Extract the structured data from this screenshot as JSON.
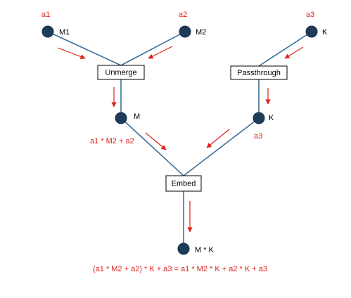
{
  "nodes": {
    "m1": {
      "label": "M1",
      "coef": "a1"
    },
    "m2": {
      "label": "M2",
      "coef": "a2"
    },
    "k_in": {
      "label": "K",
      "coef": "a3"
    },
    "m_mid": {
      "label": "M"
    },
    "k_mid": {
      "label": "K"
    },
    "out": {
      "label": "M * K"
    }
  },
  "boxes": {
    "unmerge": "Unmerge",
    "passthrough": "Passthrough",
    "embed": "Embed"
  },
  "annotations": {
    "m_expr": "a1 * M2 + a2",
    "k_expr": "a3",
    "final_expr": "(a1 * M2 + a2) * K + a3 = a1 * M2 * K + a2 * K + a3"
  },
  "colors": {
    "node": "#1f3b5a",
    "line": "#3c6e99",
    "arrow": "#e0201b",
    "box_border": "#000000"
  }
}
